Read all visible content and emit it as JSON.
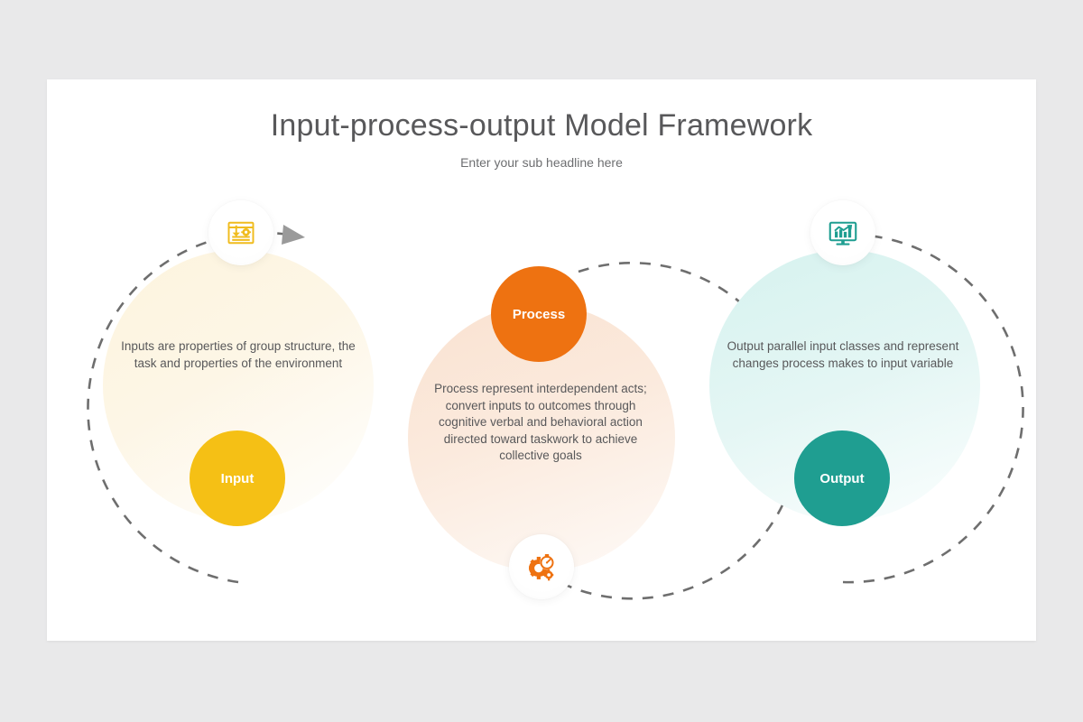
{
  "slide": {
    "title": "Input-process-output Model Framework",
    "subtitle": "Enter your sub headline here",
    "background_color": "#e9e9ea",
    "card_color": "#ffffff"
  },
  "groups": [
    {
      "key": "input",
      "node_label": "Input",
      "node_color": "#f5c015",
      "body_text": "Inputs are properties of group structure, the task and properties of the environment",
      "icon_name": "input-download-window-icon",
      "icon_color": "#f0bc1e",
      "blob_color": "#fdf4de",
      "arrow_direction": "counter-clockwise",
      "arrow_color": "#6e6e6e"
    },
    {
      "key": "process",
      "node_label": "Process",
      "node_color": "#ee7211",
      "body_text": "Process represent interdependent acts; convert inputs to outcomes through cognitive verbal and behavioral action directed toward taskwork to achieve collective goals",
      "icon_name": "gear-stopwatch-icon",
      "icon_color": "#ee7211",
      "blob_color": "#fae2d1",
      "arrow_direction": "clockwise",
      "arrow_color": "#6e6e6e"
    },
    {
      "key": "output",
      "node_label": "Output",
      "node_color": "#1f9e91",
      "body_text": "Output parallel input classes and represent changes process makes to input variable",
      "icon_name": "monitor-bar-chart-growth-icon",
      "icon_color": "#1f9e91",
      "blob_color": "#d6f2ef",
      "arrow_direction": "counter-clockwise",
      "arrow_color": "#6e6e6e"
    }
  ]
}
